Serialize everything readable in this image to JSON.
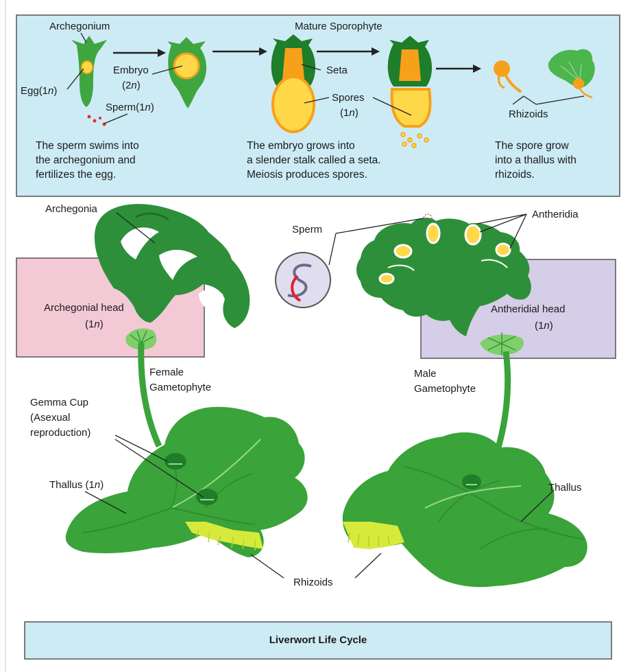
{
  "colors": {
    "top_panel": "#cdebf5",
    "female_box": "#f4c9d6",
    "male_box": "#d6cde8",
    "title_bar": "#cdebf5",
    "thallus_green": "#3aa33a",
    "dark_green": "#1e7e2a",
    "spore_yellow": "#ffd84a",
    "spore_orange": "#f7a11a"
  },
  "top": {
    "archegonium": "Archegonium",
    "mature_sporophyte": "Mature Sporophyte",
    "egg": "Egg(1",
    "egg_n": "n",
    "egg_close": ")",
    "embryo": "Embryo",
    "embryo_ploidy_a": "(2",
    "embryo_ploidy_n": "n",
    "embryo_ploidy_b": ")",
    "sperm": "Sperm(1",
    "sperm_n": "n",
    "sperm_close": ")",
    "seta": "Seta",
    "spores": "Spores",
    "spores_ploidy_a": "(1",
    "spores_ploidy_n": "n",
    "spores_ploidy_b": ")",
    "rhizoids": "Rhizoids",
    "caption1": [
      "The sperm swims into",
      "the archegonium and",
      "fertilizes the egg."
    ],
    "caption2": [
      "The embryo grows into",
      "a slender stalk called a seta.",
      "Meiosis produces spores."
    ],
    "caption3": [
      "The spore grow",
      "into a thallus with",
      "rhizoids."
    ]
  },
  "bottom": {
    "archegonia": "Archegonia",
    "sperm": "Sperm",
    "antheridia": "Antheridia",
    "archegonial_head": "Archegonial head",
    "archegonial_ploidy_a": "(1",
    "archegonial_ploidy_n": "n",
    "archegonial_ploidy_b": ")",
    "antheridial_head": "Antheridial head",
    "antheridial_ploidy_a": "(1",
    "antheridial_ploidy_n": "n",
    "antheridial_ploidy_b": ")",
    "female_1": "Female",
    "female_2": "Gametophyte",
    "male_1": "Male",
    "male_2": "Gametophyte",
    "gemma_1": "Gemma Cup",
    "gemma_2": "(Asexual",
    "gemma_3": "reproduction)",
    "thallus_1n_a": "Thallus (1",
    "thallus_1n_n": "n",
    "thallus_1n_b": ")",
    "thallus": "Thallus",
    "rhizoids": "Rhizoids"
  },
  "title": "Liverwort Life Cycle"
}
